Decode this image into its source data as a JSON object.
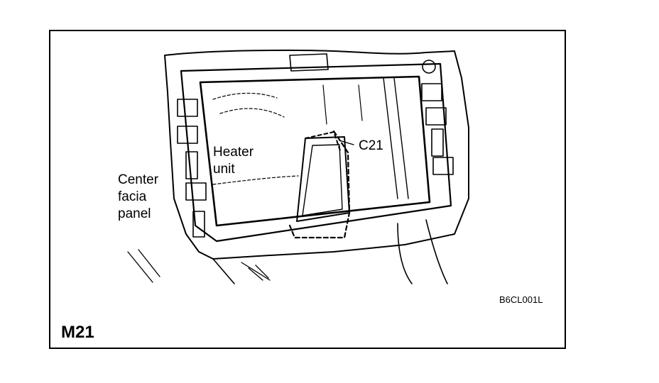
{
  "labels": {
    "heater_unit_line1": "Heater",
    "heater_unit_line2": "unit",
    "connector": "C21",
    "center_line1": "Center",
    "center_line2": "facia",
    "center_line3": "panel"
  },
  "reference_code": "B6CL001L",
  "figure_id": "M21"
}
